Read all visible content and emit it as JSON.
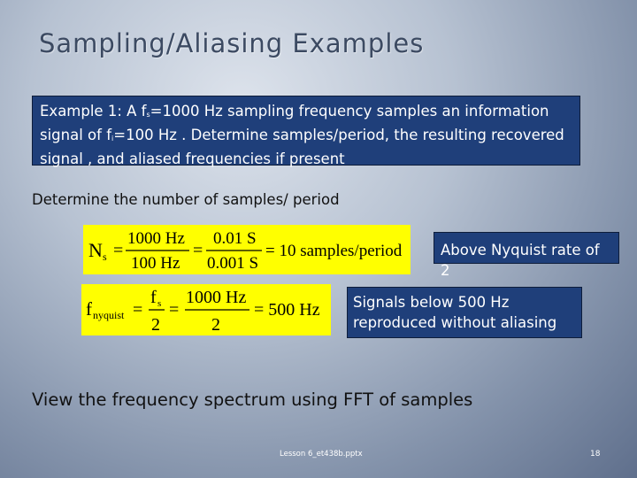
{
  "title": "Sampling/Aliasing Examples",
  "example": {
    "line1_pre": "Example 1:  A f",
    "line1_sub": "s",
    "line1_post": "=1000 Hz sampling frequency samples an information",
    "line2_pre": "signal of f",
    "line2_sub": "i",
    "line2_post": "=100 Hz . Determine  samples/period, the resulting recovered",
    "line3": "signal , and aliased frequencies if present"
  },
  "intro_text": "Determine the number of samples/ period",
  "equation1": {
    "lhs": "N",
    "lhs_sub": "s",
    "eq1": "=",
    "frac1_num": "1000 Hz",
    "frac1_den": "100 Hz",
    "eq2": "=",
    "frac2_num": "0.01 S",
    "frac2_den": "0.001 S",
    "result": "= 10 samples/period"
  },
  "equation2": {
    "lhs": "f",
    "lhs_sub": "nyquist",
    "eq1": "=",
    "frac1_num": "f",
    "frac1_num_sub": "s",
    "frac1_den": "2",
    "eq2": "=",
    "frac2_num": "1000 Hz",
    "frac2_den": "2",
    "result": "= 500 Hz"
  },
  "note1": "Above Nyquist rate of 2",
  "note2_line1": "Signals below 500 Hz",
  "note2_line2": "reproduced without aliasing",
  "view_text": "View the frequency spectrum using FFT of samples",
  "footer": "Lesson 6_et438b.pptx",
  "page_number": "18",
  "colors": {
    "box_blue": "#1f3f7a",
    "equation_yellow": "#ffff00",
    "title_color": "#3c4a62"
  }
}
